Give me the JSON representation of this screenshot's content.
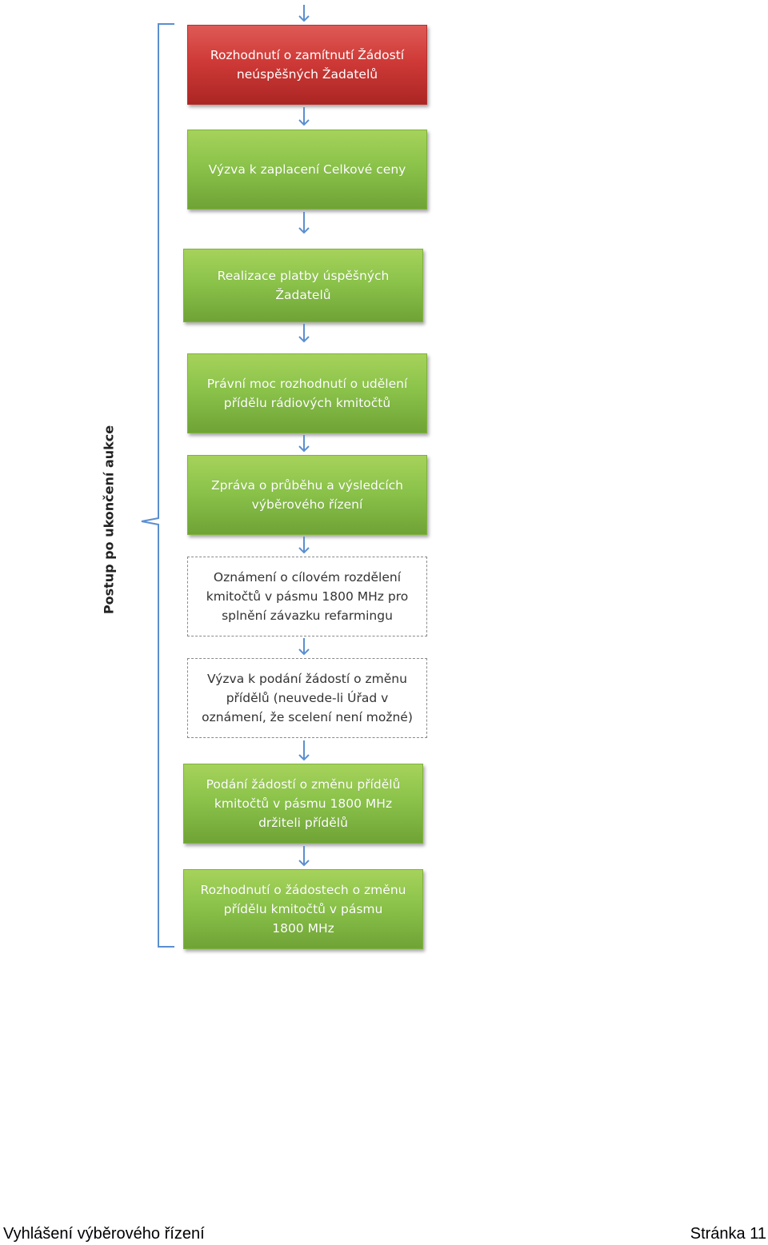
{
  "diagram": {
    "side_label": "Postup po ukončení aukce",
    "steps": [
      {
        "text": "Rozhodnutí o zamítnutí Žádostí\nneúspěšných Žadatelů",
        "style": "red"
      },
      {
        "text": "Výzva k zaplacení Celkové ceny",
        "style": "green"
      },
      {
        "text": "Realizace platby úspěšných\nŽadatelů",
        "style": "green"
      },
      {
        "text": "Právní moc rozhodnutí o udělení\npřídělu rádiových kmitočtů",
        "style": "green"
      },
      {
        "text": "Zpráva o průběhu a výsledcích\nvýběrového řízení",
        "style": "green"
      },
      {
        "text": "Oznámení o cílovém rozdělení\nkmitočtů v pásmu 1800 MHz pro\nsplnění závazku refarmingu",
        "style": "dashed"
      },
      {
        "text": "Výzva k podání žádostí o změnu\npřídělů (neuvede-li Úřad v\noznámení, že scelení není možné)",
        "style": "dashed"
      },
      {
        "text": "Podání žádostí o změnu přídělů\nkmitočtů v pásmu 1800 MHz\ndržiteli přídělů",
        "style": "green"
      },
      {
        "text": "Rozhodnutí o žádostech o změnu\npřídělu kmitočtů v pásmu\n1800 MHz",
        "style": "green"
      }
    ]
  },
  "footer": {
    "left": "Vyhlášení výběrového řízení",
    "right": "Stránka 11"
  },
  "colors": {
    "red": "#cf3a37",
    "green": "#8bc34a",
    "arrow": "#5b8fd0",
    "brace": "#5b8fd0"
  }
}
